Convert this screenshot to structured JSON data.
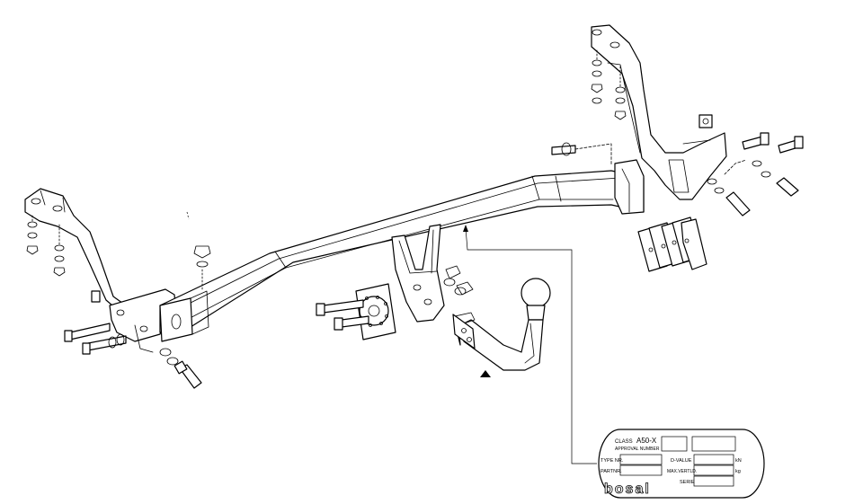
{
  "plate": {
    "class_label": "CLASS",
    "class_value": "A50-X",
    "approval_label": "APPROVAL NUMBER",
    "type_label": "TYPE NR.",
    "part_label": "PARTNR.",
    "dvalue_label": "D-VALUE",
    "dvalue_unit": "kN",
    "mass_label": "MAX.VERTLD.",
    "mass_unit": "kg",
    "serie_label": "SERIE",
    "brand": "bosal"
  }
}
